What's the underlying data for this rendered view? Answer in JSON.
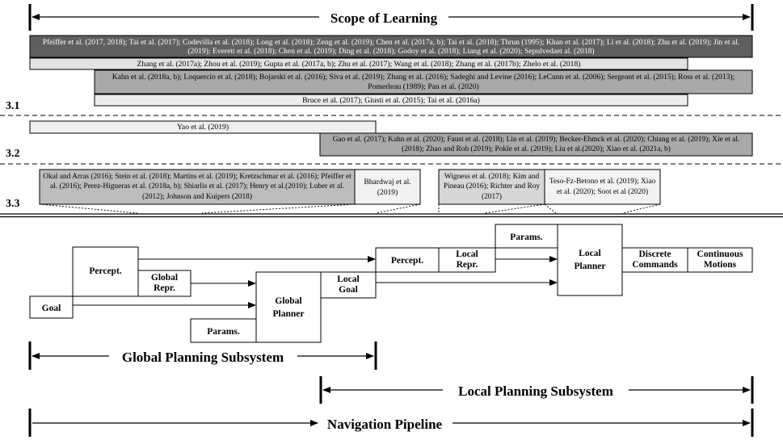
{
  "scope": {
    "title": "Scope of Learning"
  },
  "sections": [
    {
      "label": "3.1",
      "rows": [
        {
          "text": "Pfeiffer et al. (2017, 2018); Tai et al. (2017); Codevilla et al. (2018); Long et al. (2018); Zeng et al. (2019); Chen et al. (2017a, b); Tai et al. (2018); Thrun (1995); Khan et al. (2017); Li et al. (2018); Zhu et al. (2019); Jin et al. (2019); Everett et al. (2018); Chen et al. (2019); Ding et al. (2018); Godoy et al. (2018); Liang et al. (2020); Sepulvedaet al. (2018)",
          "fill": "#5f5f5f",
          "textColor": "#ffffff"
        },
        {
          "text": "Zhang et al. (2017a); Zhou et al. (2019); Gupta et al. (2017a, b); Zhu et al. (2017); Wang et al. (2018); Zhang et al. (2017b); Zhelo et al. (2018)",
          "fill": "#e2e2e2",
          "textColor": "#000000"
        },
        {
          "text": "Kahn et al. (2018a, b); Loquercio et al. (2018); Bojarski et al. (2016); Siva et al. (2019); Zhang et al. (2016); Sadeghi and Levine (2016); LeCunn et al. (2006); Sergeant et al. (2015); Ross et al. (2013); Pomerleau (1989); Pan et al. (2020)",
          "fill": "#a9a9a9",
          "textColor": "#000000"
        },
        {
          "text": "Bruce et al. (2017); Giusti et al. (2015); Tai et al. (2016a)",
          "fill": "#ececec",
          "textColor": "#000000"
        }
      ]
    },
    {
      "label": "3.2",
      "rows": [
        {
          "text": "Yao et al. (2019)",
          "fill": "#efefef",
          "textColor": "#000000"
        },
        {
          "text": "Gao et al. (2017); Kahn et al. (2020); Faust et al. (2018); Lin et al. (2019); Becker-Ehmck et al. (2020); Chiang et al. (2019); Xie et al. (2018); Zhao and Roh (2019); Pokle et al. (2019); Liu et al.(2020); Xiao et al. (2021a, b)",
          "fill": "#a9a9a9",
          "textColor": "#000000"
        }
      ]
    },
    {
      "label": "3.3",
      "rows": [
        {
          "text": "Okal and Arras (2016); Stein et al. (2018); Martins et al. (2019); Kretzschmar et al. (2016); Pfeiffer et al. (2016); Perez-Higueras et al. (2018a, b); Shiarlis et al. (2017); Henry et al.(2010); Luber et al. (2012); Johnson and Kuipers (2018)",
          "fill": "#bdbdbd",
          "textColor": "#000000"
        },
        {
          "text": "Bhardwaj et al. (2019)",
          "fill": "#f2f2f2",
          "textColor": "#000000"
        },
        {
          "text": "Wigness et al. (2018); Kim and Pineau (2016); Richter and Roy (2017)",
          "fill": "#d7d7d7",
          "textColor": "#000000"
        },
        {
          "text": "Teso-Fz-Betono et al. (2019); Xiao et al. (2020); Soot et al (2020)",
          "fill": "#f2f2f2",
          "textColor": "#000000"
        }
      ]
    }
  ],
  "pipeline": {
    "goal": "Goal",
    "percept": "Percept.",
    "global_repr": "Global Repr.",
    "global_planner": "Global Planner",
    "params": "Params.",
    "local_goal": "Local Goal",
    "local_percept": "Percept.",
    "local_repr": "Local Repr.",
    "local_params": "Params.",
    "local_planner": "Local Planner",
    "discrete_commands": "Discrete Commands",
    "continuous_motions": "Continuous Motions"
  },
  "spans": {
    "global": "Global Planning Subsystem",
    "local": "Local Planning Subsystem",
    "navigation": "Navigation Pipeline"
  }
}
